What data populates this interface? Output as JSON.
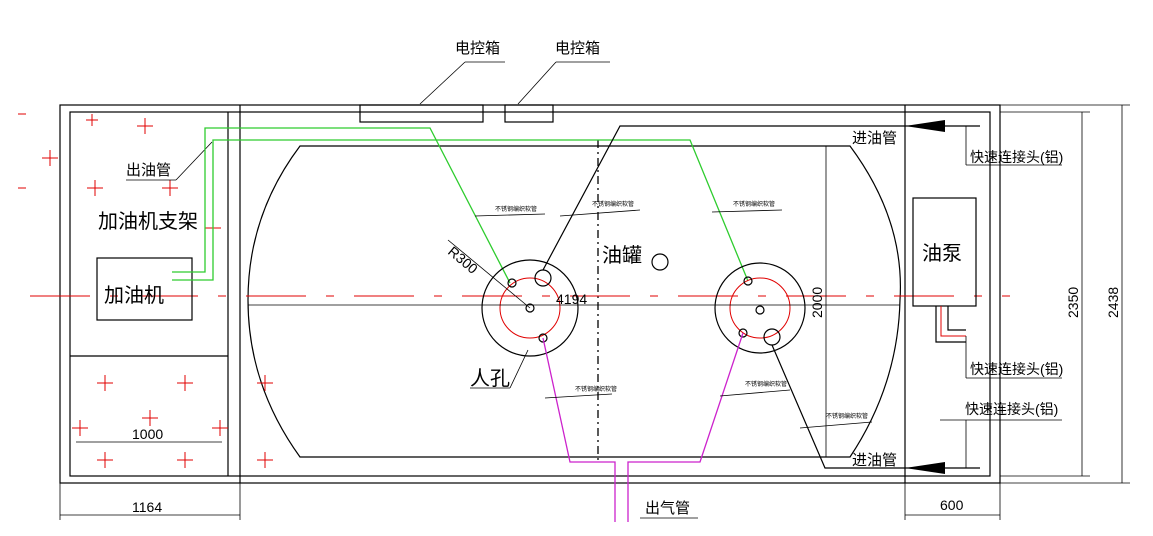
{
  "labels": {
    "control_box_1": "电控箱",
    "control_box_2": "电控箱",
    "outlet_pipe": "出油管",
    "dispenser_frame": "加油机支架",
    "dispenser": "加油机",
    "oil_tank": "油罐",
    "oil_pump": "油泵",
    "manhole": "人孔",
    "radius": "R300",
    "inlet_pipe_top": "进油管",
    "inlet_pipe_bottom": "进油管",
    "vent_pipe": "出气管",
    "quick_connector_top": "快速连接头(铝)",
    "quick_connector_mid": "快速连接头(铝)",
    "quick_connector_bottom": "快速连接头(铝)",
    "hose_1": "不锈钢编织软管",
    "hose_2": "不锈钢编织软管",
    "hose_3": "不锈钢编织软管",
    "hose_4": "不锈钢编织软管",
    "hose_5": "不锈钢编织软管",
    "hose_6": "不锈钢编织软管"
  },
  "dimensions": {
    "tank_length": "4194",
    "tank_height": "2000",
    "inner_height": "2350",
    "outer_height": "2438",
    "left_section_width": "1164",
    "left_inner_width": "1000",
    "right_section_width": "600"
  },
  "colors": {
    "outlet_line": "#2ecc2e",
    "vent_line": "#cc22cc",
    "centerline": "#e00000"
  }
}
